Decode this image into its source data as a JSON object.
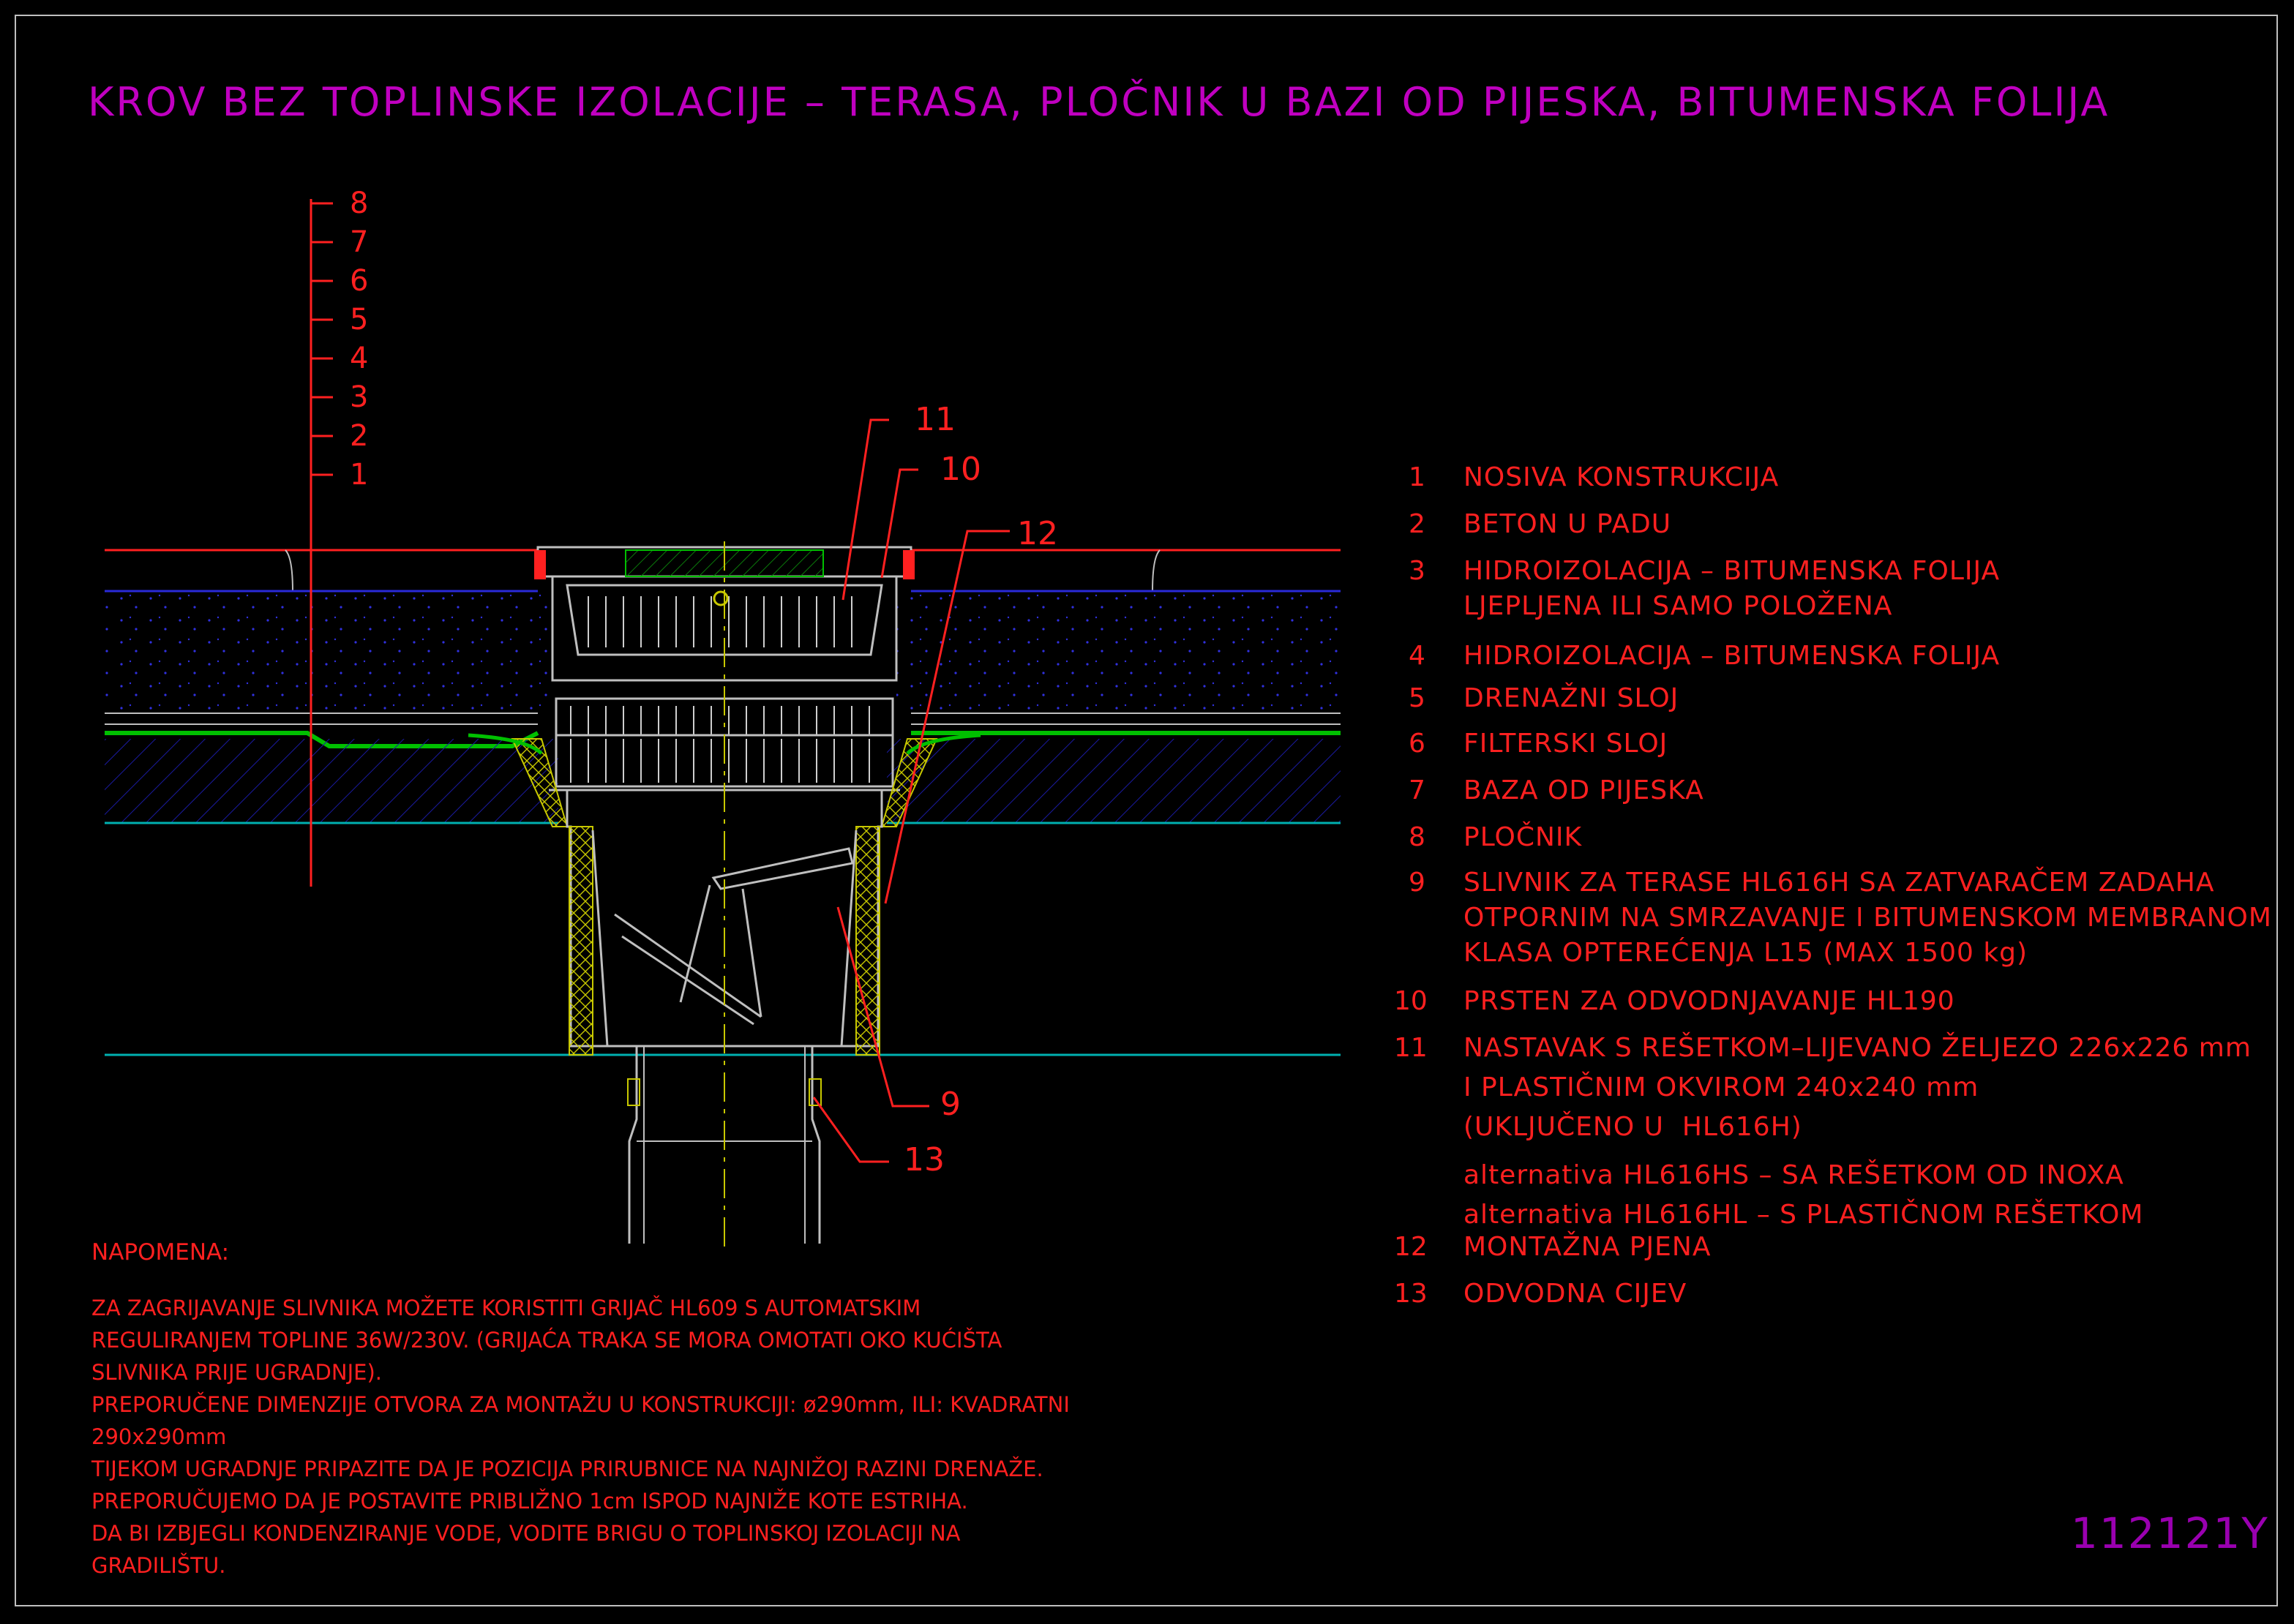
{
  "title": "KROV BEZ TOPLINSKE IZOLACIJE – TERASA, PLOČNIK U BAZI OD PIJESKA, BITUMENSKA FOLIJA",
  "drawing_code": "112121Y",
  "scale_ticks": [
    "8",
    "7",
    "6",
    "5",
    "4",
    "3",
    "2",
    "1"
  ],
  "callouts": [
    "11",
    "10",
    "12",
    "9",
    "13"
  ],
  "legend": [
    {
      "num": "1",
      "lines": [
        "NOSIVA KONSTRUKCIJA"
      ]
    },
    {
      "num": "2",
      "lines": [
        "BETON U PADU"
      ]
    },
    {
      "num": "3",
      "lines": [
        "HIDROIZOLACIJA – BITUMENSKA FOLIJA",
        "LJEPLJENA ILI SAMO POLOŽENA"
      ]
    },
    {
      "num": "4",
      "lines": [
        "HIDROIZOLACIJA – BITUMENSKA FOLIJA"
      ]
    },
    {
      "num": "5",
      "lines": [
        "DRENAŽNI SLOJ"
      ]
    },
    {
      "num": "6",
      "lines": [
        "FILTERSKI SLOJ"
      ]
    },
    {
      "num": "7",
      "lines": [
        "BAZA OD PIJESKA"
      ]
    },
    {
      "num": "8",
      "lines": [
        "PLOČNIK"
      ]
    },
    {
      "num": "9",
      "lines": [
        "SLIVNIK ZA TERASE HL616H SA ZATVARAČEM ZADAHA",
        "OTPORNIM NA SMRZAVANJE I BITUMENSKOM MEMBRANOM",
        "KLASA OPTEREĆENJA L15 (MAX 1500 kg)"
      ]
    },
    {
      "num": "10",
      "lines": [
        "PRSTEN ZA ODVODNJAVANJE HL190"
      ]
    },
    {
      "num": "11",
      "lines": [
        "NASTAVAK S REŠETKOM–LIJEVANO ŽELJEZO 226x226 mm",
        "I PLASTIČNIM OKVIROM 240x240 mm",
        "(UKLJUČENO U  HL616H)",
        "alternativa HL616HS – SA REŠETKOM OD INOXA",
        "alternativa HL616HL – S PLASTIČNOM REŠETKOM"
      ]
    },
    {
      "num": "12",
      "lines": [
        "MONTAŽNA PJENA"
      ]
    },
    {
      "num": "13",
      "lines": [
        "ODVODNA CIJEV"
      ]
    }
  ],
  "notes": {
    "heading": "NAPOMENA:",
    "lines": [
      "ZA ZAGRIJAVANJE SLIVNIKA MOŽETE KORISTITI GRIJAČ HL609 S AUTOMATSKIM",
      "REGULIRANJEM TOPLINE 36W/230V. (GRIJAĆA TRAKA SE MORA OMOTATI OKO KUĆIŠTA",
      "SLIVNIKA PRIJE UGRADNJE).",
      "PREPORUČENE DIMENZIJE OTVORA ZA MONTAŽU U KONSTRUKCIJI: ø290mm, ILI: KVADRATNI",
      "290x290mm",
      "TIJEKOM UGRADNJE PRIPAZITE DA JE POZICIJA PRIRUBNICE NA NAJNIŽOJ RAZINI DRENAŽE.",
      "PREPORUČUJEMO DA JE POSTAVITE PRIBLIŽNO 1cm ISPOD NAJNIŽE KOTE ESTRIHA.",
      "DA BI IZBJEGLI KONDENZIRANJE VODE, VODITE BRIGU O TOPLINSKOJ IZOLACIJI NA",
      "GRADILIŠTU."
    ]
  },
  "colors": {
    "background": "#000000",
    "text": "#ff2020",
    "title": "#c000c0",
    "layer_blue": "#2020d0",
    "layer_green": "#00c000",
    "cyan": "#00b0b0",
    "gray": "#bfbfbf",
    "yellow": "#c8c800"
  }
}
